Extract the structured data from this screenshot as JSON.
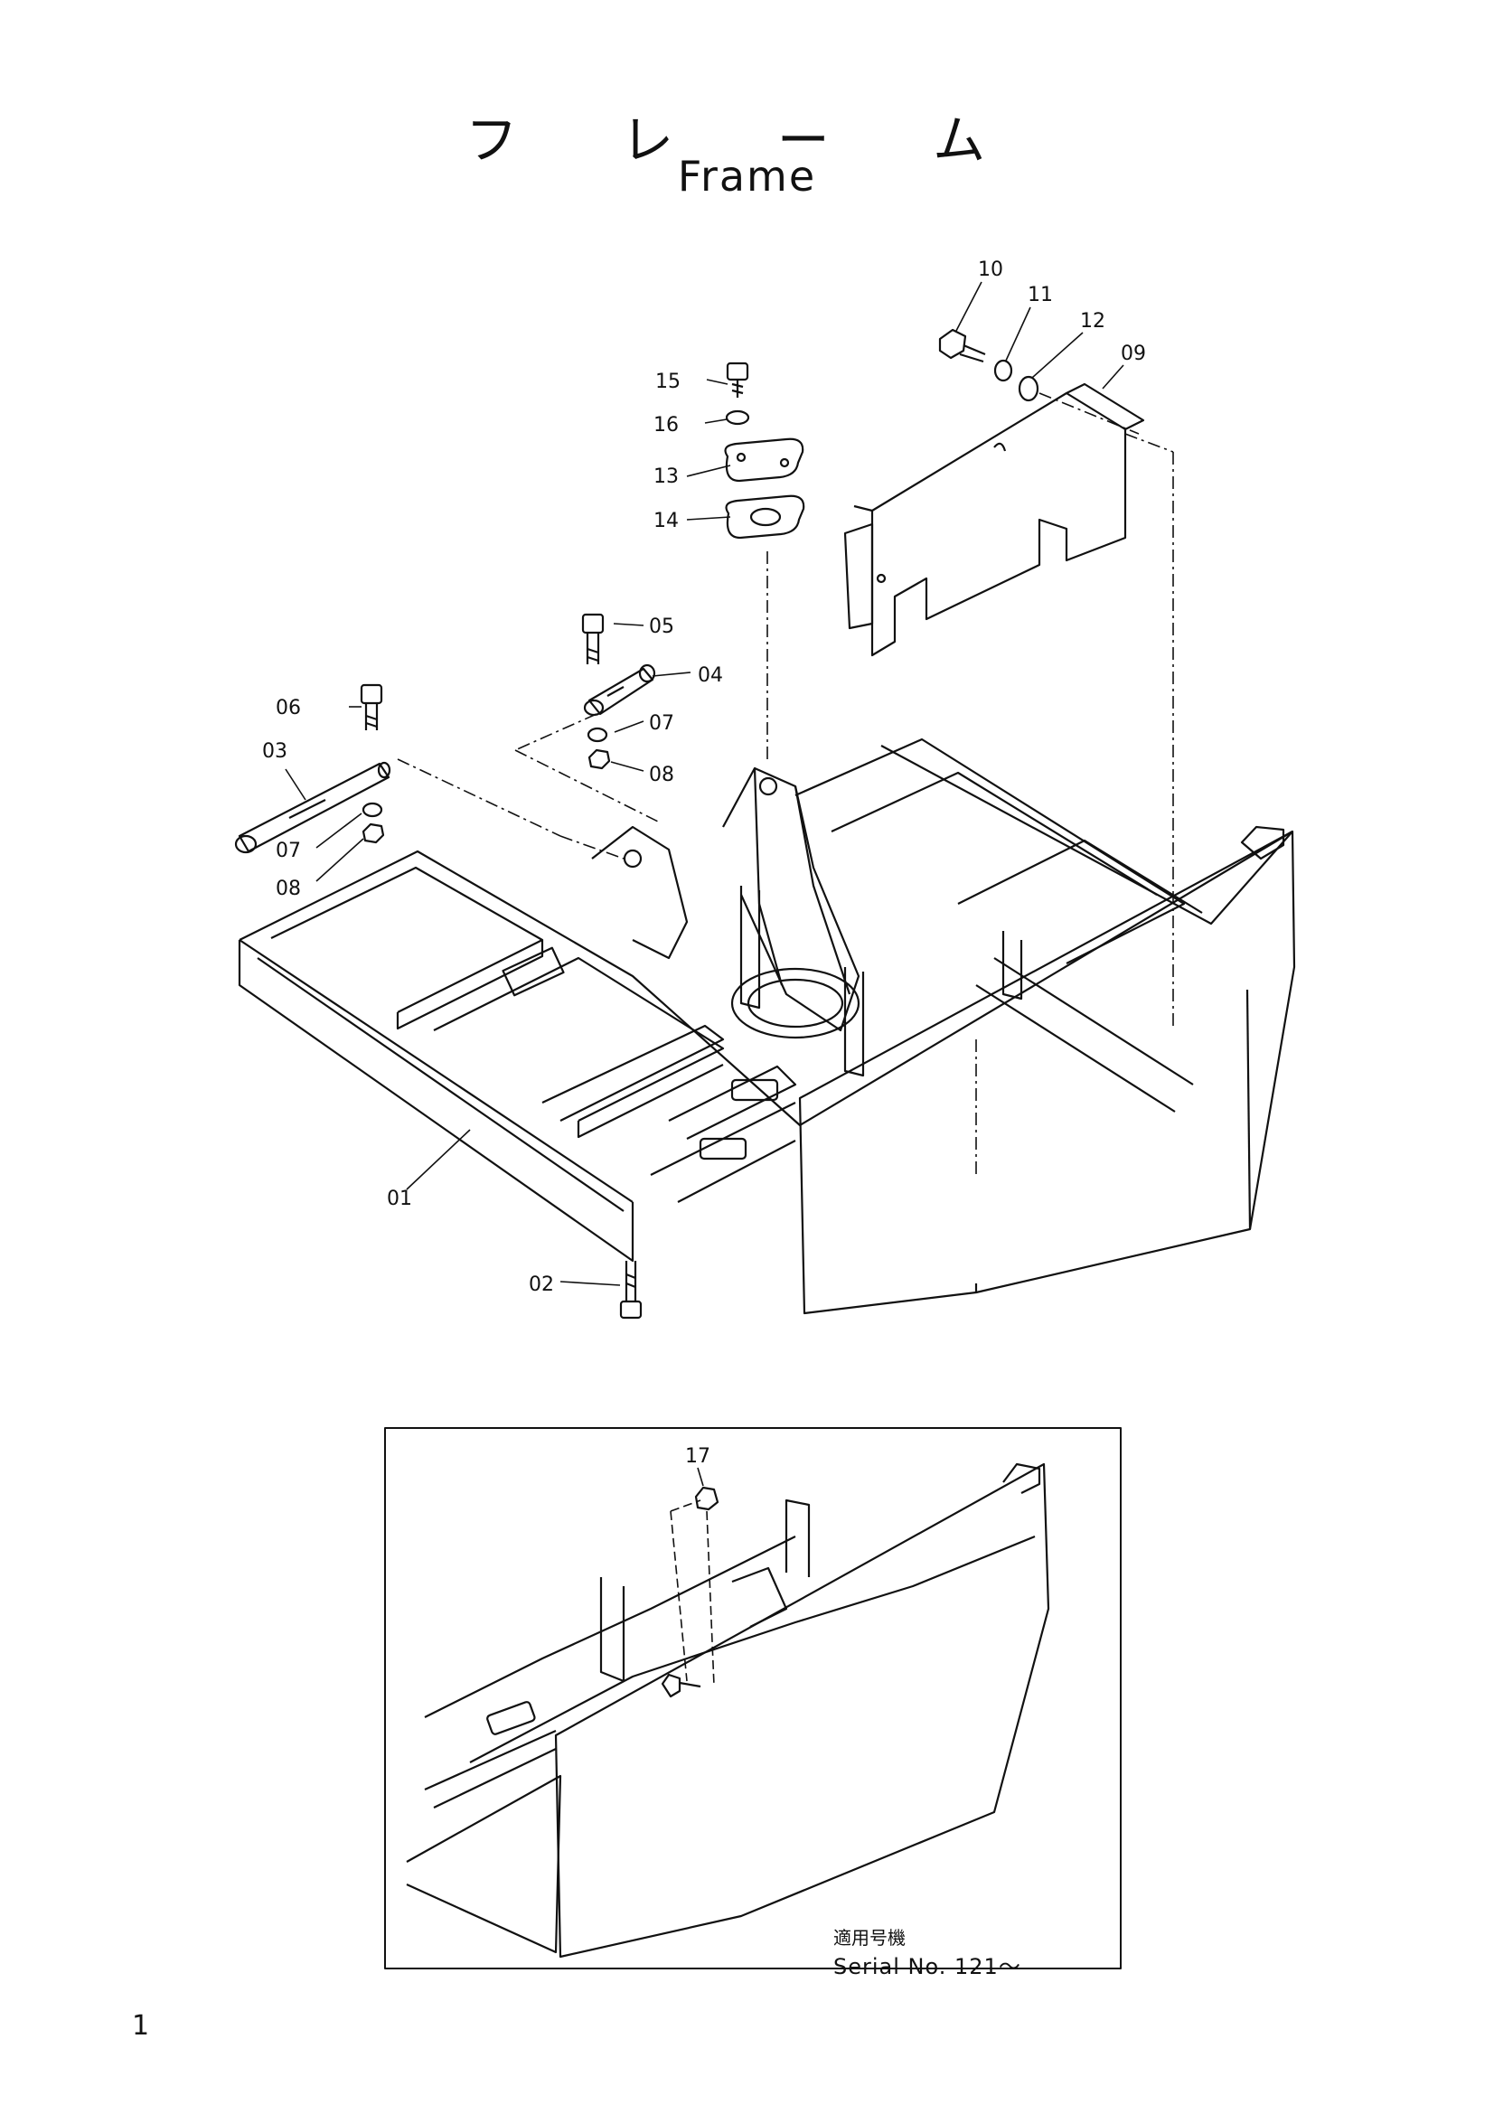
{
  "title": {
    "jp": "フ レ ー ム",
    "en": "Frame"
  },
  "callouts": [
    {
      "id": "c01",
      "label": "01"
    },
    {
      "id": "c02",
      "label": "02"
    },
    {
      "id": "c03",
      "label": "03"
    },
    {
      "id": "c04",
      "label": "04"
    },
    {
      "id": "c05",
      "label": "05"
    },
    {
      "id": "c06",
      "label": "06"
    },
    {
      "id": "c07a",
      "label": "07"
    },
    {
      "id": "c07b",
      "label": "07"
    },
    {
      "id": "c08a",
      "label": "08"
    },
    {
      "id": "c08b",
      "label": "08"
    },
    {
      "id": "c09",
      "label": "09"
    },
    {
      "id": "c10",
      "label": "10"
    },
    {
      "id": "c11",
      "label": "11"
    },
    {
      "id": "c12",
      "label": "12"
    },
    {
      "id": "c13",
      "label": "13"
    },
    {
      "id": "c14",
      "label": "14"
    },
    {
      "id": "c15",
      "label": "15"
    },
    {
      "id": "c16",
      "label": "16"
    },
    {
      "id": "c17",
      "label": "17"
    }
  ],
  "inset": {
    "applicable_jp": "適用号機",
    "serial": "Serial No. 121～"
  },
  "page_number": "1"
}
